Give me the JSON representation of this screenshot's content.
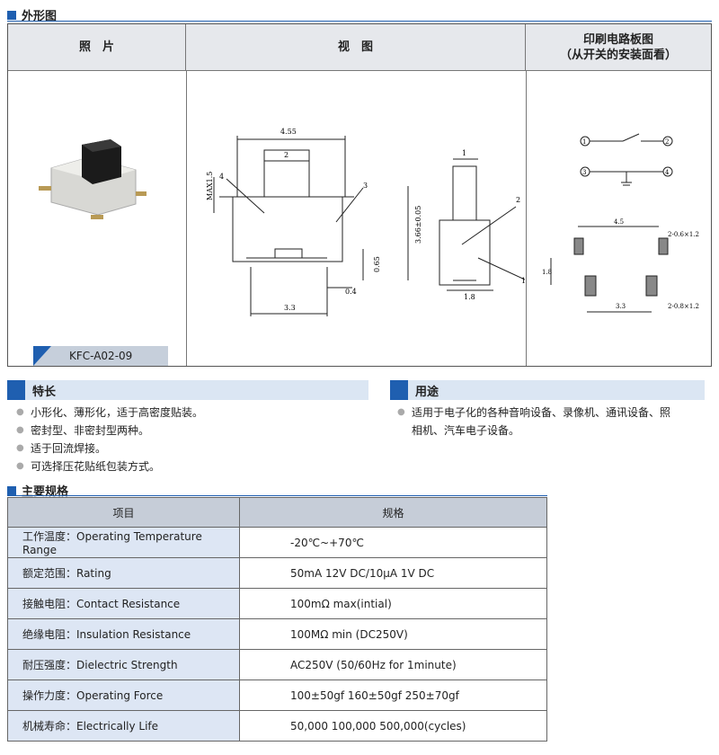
{
  "sections": {
    "appearance": "外形图",
    "features": "特长",
    "usage": "用途",
    "specs": "主要规格"
  },
  "table_headers": {
    "photo": "照　片",
    "view": "视　图",
    "pcb_line1": "印刷电路板图",
    "pcb_line2": "（从开关的安装面看）"
  },
  "model": "KFC-A02-09",
  "drawing": {
    "dim_455": "4.55",
    "dim_2": "2",
    "dim_max15": "MAX1.5",
    "dim_065": "0.65",
    "dim_04": "0.4",
    "dim_33": "3.3",
    "dim_1": "1",
    "dim_366": "3.66±0.05",
    "dim_18": "1.8",
    "callout_1": "1",
    "callout_2": "2",
    "callout_3": "3",
    "callout_4": "4",
    "pcb_45": "4.5",
    "pcb_18": "1.8",
    "pcb_33": "3.3",
    "pcb_hole1": "2-0.6×1.2",
    "pcb_hole2": "2-0.8×1.2",
    "pin1": "1",
    "pin2": "2",
    "pin3": "3",
    "pin4": "4"
  },
  "features": [
    "小形化、薄形化，适于高密度贴装。",
    "密封型、非密封型两种。",
    "适于回流焊接。",
    "可选择压花贴纸包装方式。"
  ],
  "usage": [
    "适用于电子化的各种音响设备、录像机、通讯设备、照",
    "相机、汽车电子设备。"
  ],
  "spec_table": {
    "headers": [
      "项目",
      "规格"
    ],
    "rows": [
      {
        "item": "工作温度：Operating Temperature Range",
        "value": "-20℃~+70℃"
      },
      {
        "item": "额定范围：Rating",
        "value": "50mA 12V DC/10μA 1V DC"
      },
      {
        "item": "接触电阻：Contact Resistance",
        "value": "100mΩ max(intial)"
      },
      {
        "item": "绝缘电阻：Insulation Resistance",
        "value": "100MΩ min (DC250V)"
      },
      {
        "item": "耐压强度：Dielectric Strength",
        "value": "AC250V  (50/60Hz for 1minute)"
      },
      {
        "item": "操作力度：Operating Force",
        "value": "100±50gf   160±50gf   250±70gf"
      },
      {
        "item": "机械寿命：Electrically Life",
        "value": "50,000   100,000   500,000(cycles)"
      }
    ]
  },
  "colors": {
    "accent": "#1f5fb0",
    "header_bg": "#e6e8ec",
    "row_key_bg": "#dde6f4"
  }
}
